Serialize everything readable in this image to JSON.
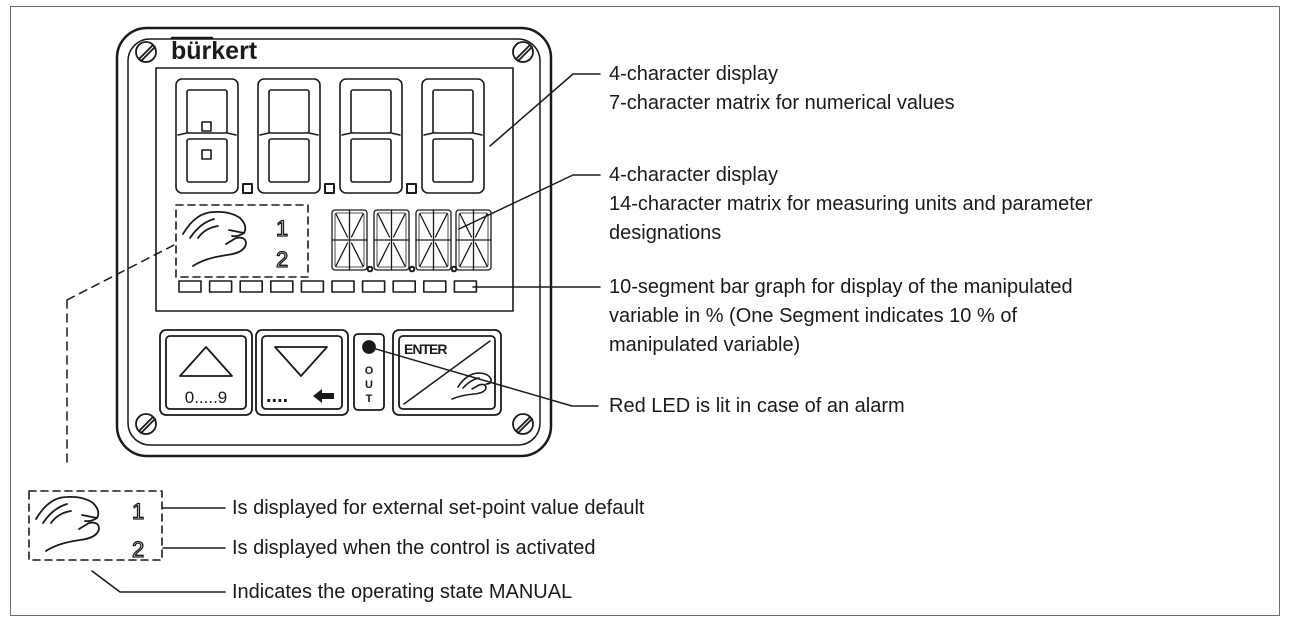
{
  "brand": "bürkert",
  "digit_count": 4,
  "matrix_count": 4,
  "bar_segments": 10,
  "keys": {
    "up_label": "0.....9",
    "down_label": "....",
    "out_led_label": [
      "O",
      "U",
      "T"
    ],
    "enter_label": "ENTER"
  },
  "manual_icon": {
    "num1": "1",
    "num2": "2"
  },
  "annotations": {
    "display_numeric": [
      "4-character display",
      "7-character matrix for numerical values"
    ],
    "display_units": [
      "4-character display",
      "14-character matrix for measuring units and parameter",
      "designations"
    ],
    "bar_graph": [
      "10-segment bar graph for display of the manipulated",
      "variable in % (One Segment indicates 10 % of",
      "manipulated variable)"
    ],
    "red_led": "Red LED is lit in case of an alarm",
    "external_setpoint": "Is displayed for external set-point value default",
    "control_activated": "Is displayed when the control is activated",
    "manual_state": "Indicates the operating state MANUAL"
  },
  "colors": {
    "ink": "#1a1a1a",
    "frame": "#6e6e6e"
  }
}
